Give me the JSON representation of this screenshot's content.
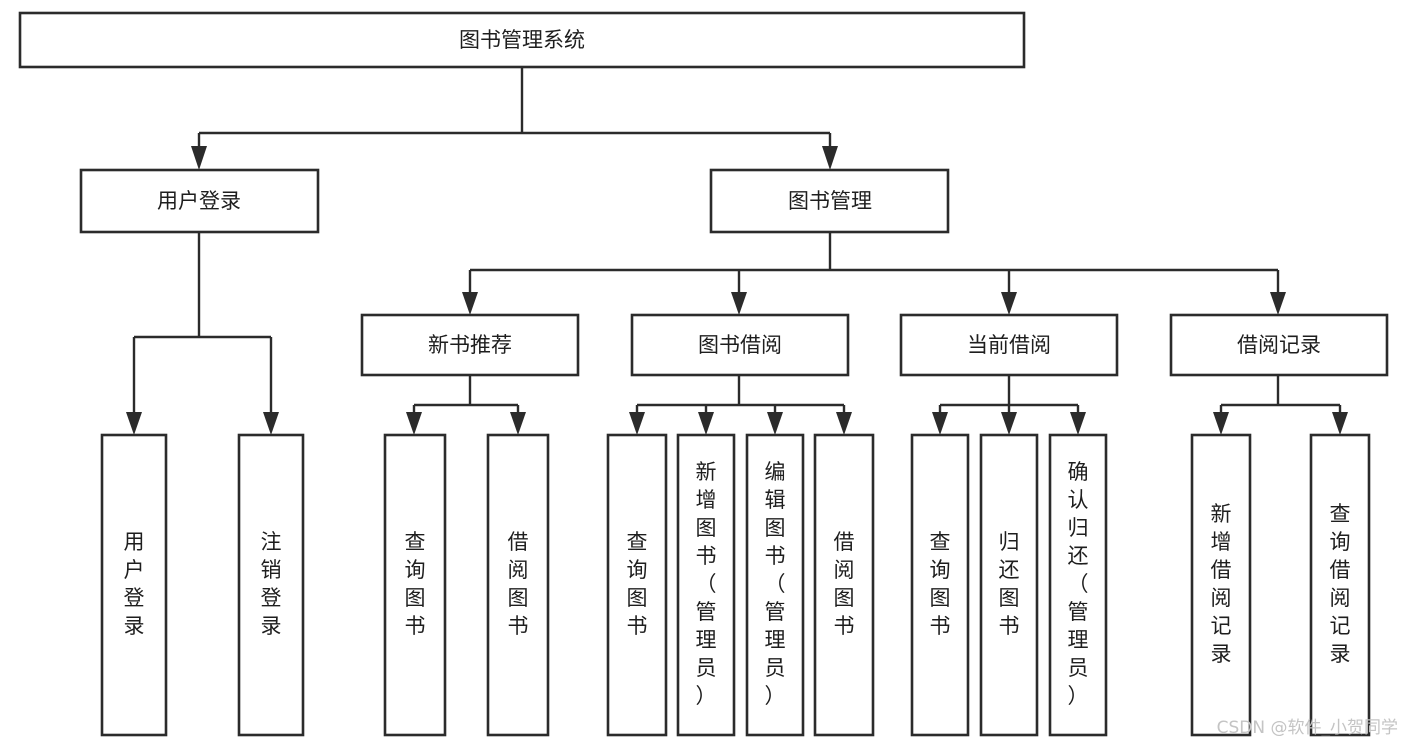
{
  "diagram": {
    "title": "图书管理系统",
    "type": "tree-hierarchy-chart",
    "orientation": "top-down",
    "colors": {
      "background": "#ffffff",
      "box_stroke": "#2b2b2b",
      "box_fill": "#ffffff",
      "text": "#1e1e1e",
      "connector": "#2b2b2b",
      "watermark": "#c4c4c4"
    },
    "root": {
      "label": "图书管理系统"
    },
    "level2": [
      {
        "label": "用户登录"
      },
      {
        "label": "图书管理"
      }
    ],
    "level3": [
      {
        "label": "新书推荐"
      },
      {
        "label": "图书借阅"
      },
      {
        "label": "当前借阅"
      },
      {
        "label": "借阅记录"
      }
    ],
    "leaves": {
      "user_login": [
        {
          "label": "用户登录"
        },
        {
          "label": "注销登录"
        }
      ],
      "new_book_recommend": [
        {
          "label": "查询图书"
        },
        {
          "label": "借阅图书"
        }
      ],
      "book_borrow": [
        {
          "label": "查询图书"
        },
        {
          "label": "新增图书（管理员）"
        },
        {
          "label": "编辑图书（管理员）"
        },
        {
          "label": "借阅图书"
        }
      ],
      "current_borrow": [
        {
          "label": "查询图书"
        },
        {
          "label": "归还图书"
        },
        {
          "label": "确认归还（管理员）"
        }
      ],
      "borrow_record": [
        {
          "label": "新增借阅记录"
        },
        {
          "label": "查询借阅记录"
        }
      ]
    }
  },
  "watermark": {
    "text": "CSDN @软件_小贺同学"
  }
}
